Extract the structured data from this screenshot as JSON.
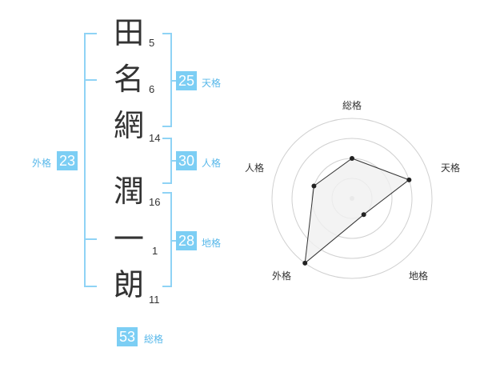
{
  "name_chars": [
    {
      "char": "田",
      "strokes": "5"
    },
    {
      "char": "名",
      "strokes": "6"
    },
    {
      "char": "網",
      "strokes": "14"
    },
    {
      "char": "潤",
      "strokes": "16"
    },
    {
      "char": "一",
      "strokes": "1"
    },
    {
      "char": "朗",
      "strokes": "11"
    }
  ],
  "kaku": {
    "tenkaku": {
      "value": "25",
      "label": "天格"
    },
    "jinkaku": {
      "value": "30",
      "label": "人格"
    },
    "chikaku": {
      "value": "28",
      "label": "地格"
    },
    "gaikaku": {
      "value": "23",
      "label": "外格"
    },
    "soukaku": {
      "value": "53",
      "label": "総格"
    }
  },
  "chart_data": {
    "type": "radar",
    "axes": [
      "総格",
      "天格",
      "地格",
      "外格",
      "人格"
    ],
    "levels": 4,
    "range": [
      0,
      4
    ],
    "values": [
      2,
      3,
      1,
      4,
      2
    ],
    "colors": {
      "fill": "#f0f0f0",
      "line": "#333333",
      "grid": "#d0d0d0",
      "point": "#222222",
      "center": "#cccccc"
    }
  }
}
